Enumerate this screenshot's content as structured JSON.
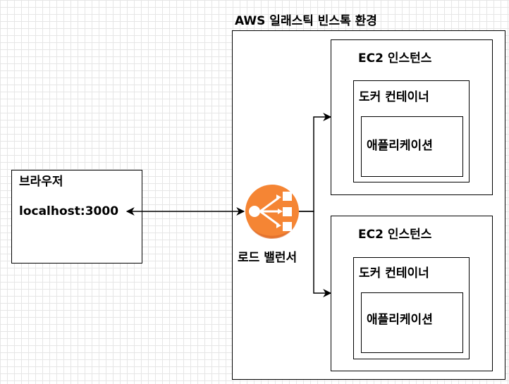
{
  "browser": {
    "title": "브라우저",
    "url": "localhost:3000"
  },
  "aws": {
    "title": "AWS 일래스틱 빈스톡 환경",
    "load_balancer_label": "로드 밸런서",
    "instances": [
      {
        "title": "EC2 인스턴스",
        "container": "도커 컨테이너",
        "app": "애플리케이션"
      },
      {
        "title": "EC2 인스턴스",
        "container": "도커 컨테이너",
        "app": "애플리케이션"
      }
    ]
  },
  "colors": {
    "load_balancer": "#f58534",
    "load_balancer_dark": "#d9672a"
  },
  "icons": [
    "load-balancer-icon"
  ]
}
